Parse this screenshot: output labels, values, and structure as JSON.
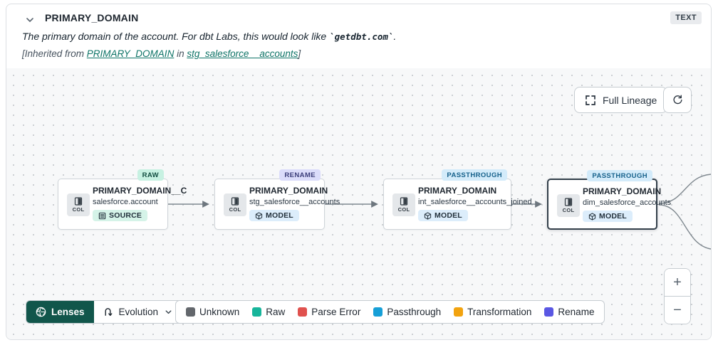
{
  "header": {
    "title": "PRIMARY_DOMAIN",
    "type_badge": "TEXT",
    "description": {
      "prefix": "The primary domain of the account. For dbt Labs, this would look like ",
      "code": "`getdbt.com`",
      "suffix": "."
    },
    "inherited": {
      "prefix": "[Inherited from ",
      "column_link": "PRIMARY_DOMAIN",
      "middle": " in ",
      "model_link": "stg_salesforce__accounts",
      "suffix": "]"
    }
  },
  "canvas": {
    "full_lineage_button": "Full Lineage",
    "zoom_in": "+",
    "zoom_out": "−"
  },
  "lenses": {
    "button_label": "Lenses",
    "selected_lens": "Evolution"
  },
  "legend": {
    "items": [
      {
        "label": "Unknown",
        "color": "#63676c"
      },
      {
        "label": "Raw",
        "color": "#17b59b"
      },
      {
        "label": "Parse Error",
        "color": "#e0514e"
      },
      {
        "label": "Passthrough",
        "color": "#169fd7"
      },
      {
        "label": "Transformation",
        "color": "#f2a30f"
      },
      {
        "label": "Rename",
        "color": "#5a57e3"
      }
    ]
  },
  "nodes": [
    {
      "col_label": "COL",
      "lens_badge": "RAW",
      "lens_bg": "#c7f1e2",
      "lens_fg": "#114d40",
      "title": "PRIMARY_DOMAIN__C",
      "subtitle": "salesforce.account",
      "resource_type": "SOURCE",
      "resource_bg": "#d5f3e8"
    },
    {
      "col_label": "COL",
      "lens_badge": "RENAME",
      "lens_bg": "#dbdcfa",
      "lens_fg": "#3c3e7a",
      "title": "PRIMARY_DOMAIN",
      "subtitle": "stg_salesforce__accounts",
      "resource_type": "MODEL",
      "resource_bg": "#dcedfb"
    },
    {
      "col_label": "COL",
      "lens_badge": "PASSTHROUGH",
      "lens_bg": "#d3ebfa",
      "lens_fg": "#17628c",
      "title": "PRIMARY_DOMAIN",
      "subtitle": "int_salesforce__accounts_joined",
      "resource_type": "MODEL",
      "resource_bg": "#dcedfb"
    },
    {
      "col_label": "COL",
      "lens_badge": "PASSTHROUGH",
      "lens_bg": "#d3ebfa",
      "lens_fg": "#17628c",
      "title": "PRIMARY_DOMAIN",
      "subtitle": "dim_salesforce_accounts",
      "resource_type": "MODEL",
      "resource_bg": "#dcedfb"
    }
  ]
}
